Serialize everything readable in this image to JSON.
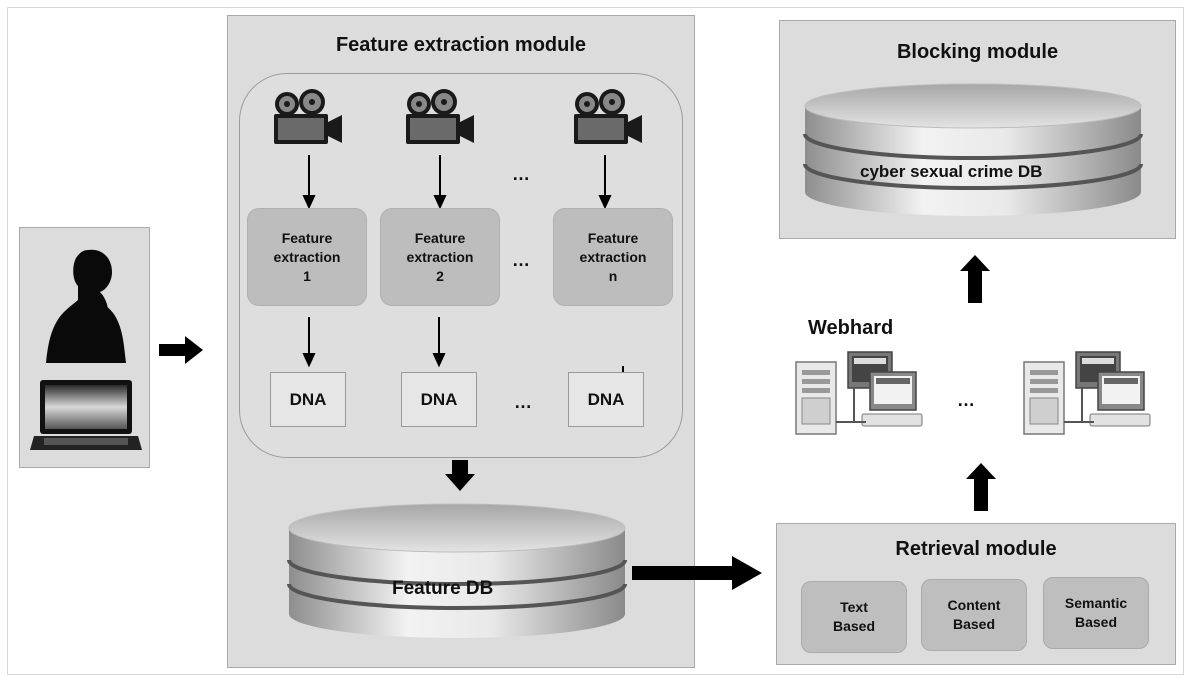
{
  "feature_module": {
    "title": "Feature extraction module",
    "extractors": [
      {
        "line1": "Feature",
        "line2": "extraction",
        "line3": "1"
      },
      {
        "line1": "Feature",
        "line2": "extraction",
        "line3": "2"
      },
      {
        "line1": "Feature",
        "line2": "extraction",
        "line3": "n"
      }
    ],
    "dna_label": "DNA",
    "ellipsis": "…",
    "db_label": "Feature DB"
  },
  "blocking_module": {
    "title": "Blocking module",
    "db_label": "cyber sexual crime DB"
  },
  "webhard": {
    "label": "Webhard",
    "ellipsis": "…"
  },
  "retrieval_module": {
    "title": "Retrieval module",
    "methods": [
      {
        "line1": "Text",
        "line2": "Based"
      },
      {
        "line1": "Content",
        "line2": "Based"
      },
      {
        "line1": "Semantic",
        "line2": "Based"
      }
    ]
  },
  "icons": {
    "input": [
      "distressed-person-icon",
      "laptop-icon"
    ],
    "film": "film-camera-icon",
    "server": "server-computer-icon"
  },
  "colors": {
    "panel": "#dcdcdc",
    "box": "#bdbdbd",
    "arrow": "#000000"
  }
}
